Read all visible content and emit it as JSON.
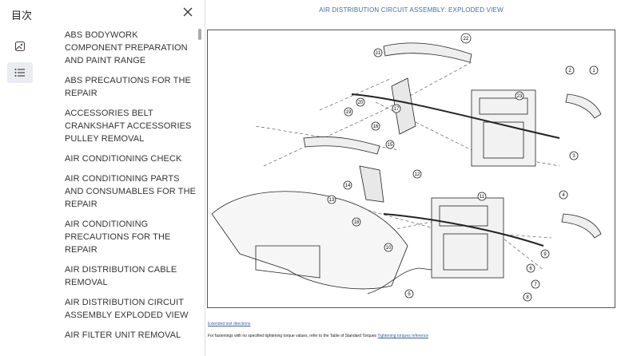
{
  "sidebar": {
    "title": "目次",
    "toc_items": [
      "ABS BODYWORK COMPONENT PREPARATION AND PAINT RANGE",
      "ABS PRECAUTIONS FOR THE REPAIR",
      "ACCESSORIES BELT CRANKSHAFT ACCESSORIES PULLEY REMOVAL",
      "AIR CONDITIONING CHECK",
      "AIR CONDITIONING PARTS AND CONSUMABLES FOR THE REPAIR",
      "AIR CONDITIONING PRECAUTIONS FOR THE REPAIR",
      "AIR DISTRIBUTION CABLE REMOVAL",
      "AIR DISTRIBUTION CIRCUIT ASSEMBLY EXPLODED VIEW",
      "AIR FILTER UNIT REMOVAL"
    ]
  },
  "document": {
    "title": "AIR DISTRIBUTION CIRCUIT ASSEMBLY: EXPLODED VIEW",
    "callouts": [
      "1",
      "2",
      "3",
      "4",
      "5",
      "6",
      "7",
      "8",
      "9",
      "10",
      "11",
      "12",
      "13",
      "14",
      "15",
      "16",
      "17",
      "18",
      "19",
      "20",
      "21",
      "22",
      "23"
    ],
    "link_text": "Extended text directions",
    "note_text": "For fastenings with no specified tightening torque values, refer to the Table of Standard Torques",
    "note_link": "Tightening torques reference"
  }
}
